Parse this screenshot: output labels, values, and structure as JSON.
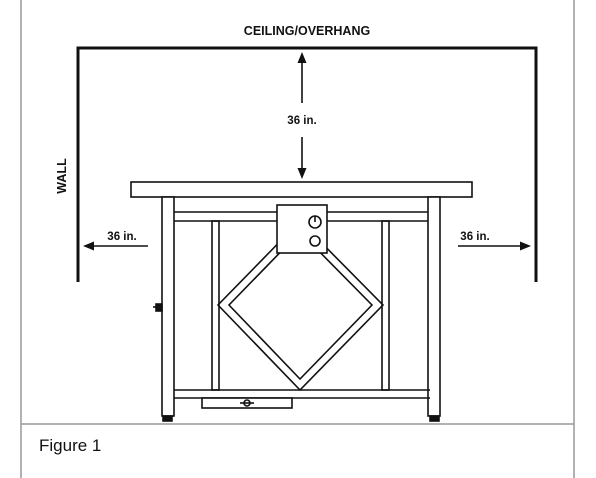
{
  "labels": {
    "ceiling": "CEILING/OVERHANG",
    "wall": "WALL",
    "clearance_top": "36 in.",
    "clearance_left": "36 in.",
    "clearance_right": "36 in."
  },
  "caption": "Figure 1",
  "colors": {
    "line": "#111111",
    "border": "#999999",
    "background": "#ffffff"
  }
}
